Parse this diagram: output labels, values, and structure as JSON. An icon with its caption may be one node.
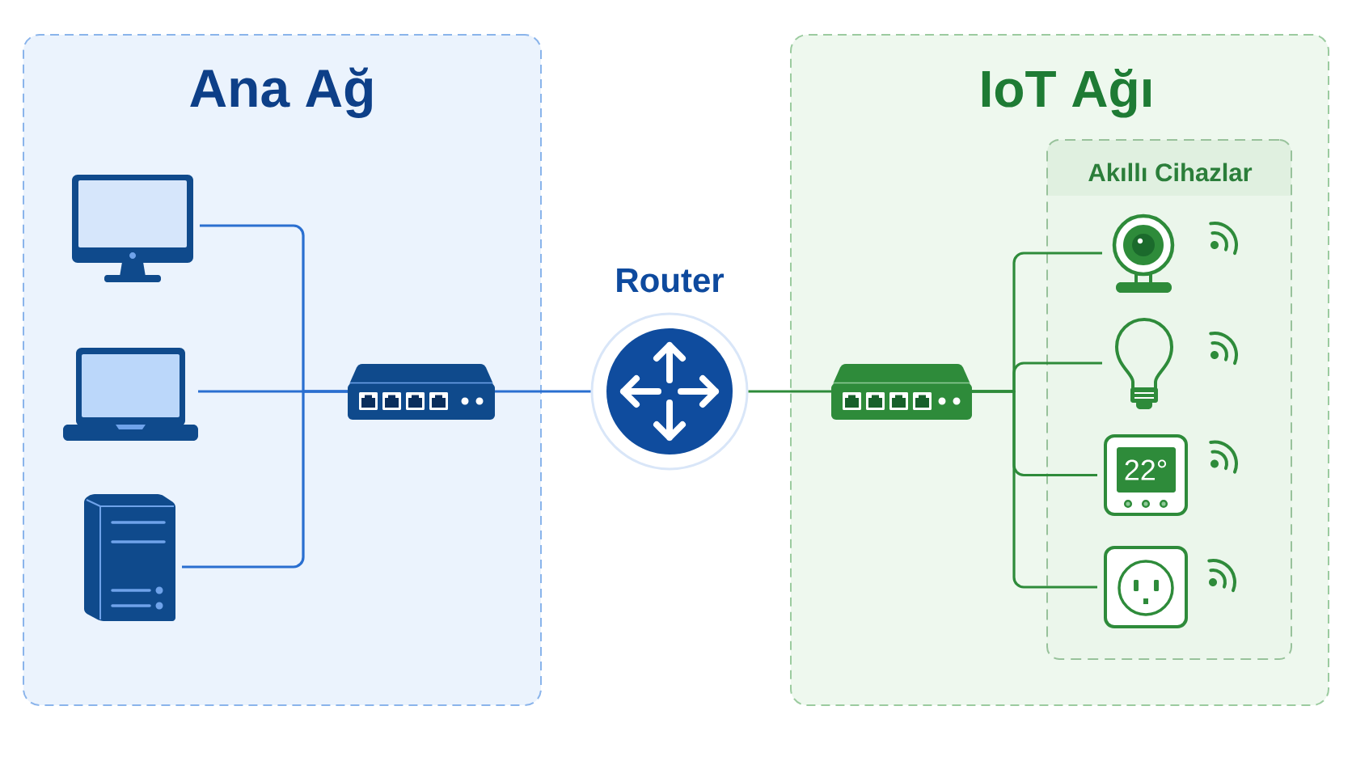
{
  "diagram": {
    "nodes": [
      {
        "text": [
          "Ana Ağ"
        ]
      },
      {
        "text": [],
        "shape": "picture",
        "in": 0
      },
      {
        "text": [],
        "shape": "picture",
        "in": 0
      },
      {
        "text": [],
        "shape": "picture",
        "in": 0
      },
      {
        "text": [],
        "shape": "picture",
        "in": 0
      },
      {
        "text": [
          "Router"
        ]
      },
      {
        "text": [
          "IoT Ağı"
        ]
      },
      {
        "text": [],
        "shape": "picture",
        "in": 6
      },
      {
        "text": [
          "Akıllı Cihazlar"
        ],
        "in": 6
      },
      {
        "text": [],
        "shape": "picture",
        "in": 8
      },
      {
        "text": [],
        "shape": "picture",
        "in": 8
      },
      {
        "text": [
          "22°"
        ],
        "in": 8
      },
      {
        "text": [],
        "shape": "picture",
        "in": 8
      }
    ],
    "edges": [
      {
        "from": 1,
        "to": 4,
        "arrow": "none",
        "color": "#2a6fd0"
      },
      {
        "from": 2,
        "to": 4,
        "arrow": "none",
        "color": "#2a6fd0"
      },
      {
        "from": 3,
        "to": 4,
        "arrow": "none",
        "color": "#2a6fd0"
      },
      {
        "from": 4,
        "to": 5,
        "arrow": "none",
        "color": "#2a6fd0"
      },
      {
        "from": 5,
        "to": 7,
        "arrow": "none"
      },
      {
        "from": 7,
        "to": 9,
        "arrow": "none"
      },
      {
        "from": 7,
        "to": 10,
        "arrow": "none"
      },
      {
        "from": 7,
        "to": 11,
        "arrow": "none"
      },
      {
        "from": 7,
        "to": 12,
        "arrow": "none"
      }
    ]
  }
}
